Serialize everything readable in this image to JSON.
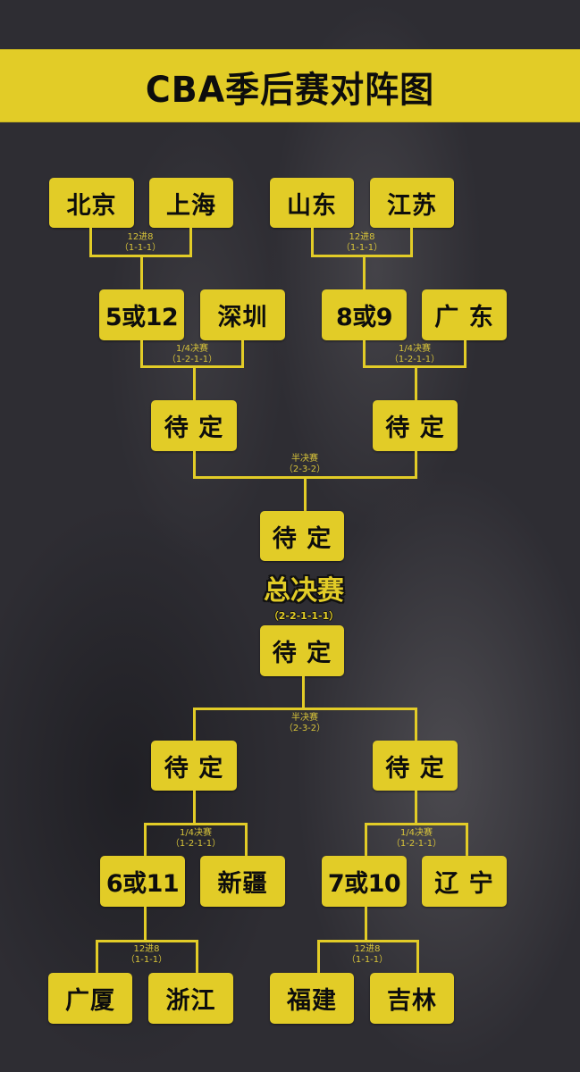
{
  "title": "CBA季后赛对阵图",
  "colors": {
    "accent": "#e2cc27",
    "background": "#2e2d33",
    "text_dark": "#0d0d0d"
  },
  "top_half": {
    "round12": [
      {
        "teams": [
          "北京",
          "上海"
        ],
        "label": "12进8",
        "format": "（1-1-1）"
      },
      {
        "teams": [
          "山东",
          "江苏"
        ],
        "label": "12进8",
        "format": "（1-1-1）"
      }
    ],
    "quarter": [
      {
        "teams": [
          "5或12",
          "深圳"
        ],
        "label": "1/4决赛",
        "format": "（1-2-1-1）"
      },
      {
        "teams": [
          "8或9",
          "广 东"
        ],
        "label": "1/4决赛",
        "format": "（1-2-1-1）"
      }
    ],
    "semi": {
      "teams": [
        "待 定",
        "待 定"
      ],
      "label": "半决赛",
      "format": "（2-3-2）"
    },
    "finalist": "待 定"
  },
  "final": {
    "label": "总决赛",
    "format": "（2-2-1-1-1）"
  },
  "bottom_half": {
    "finalist": "待 定",
    "semi": {
      "teams": [
        "待 定",
        "待 定"
      ],
      "label": "半决赛",
      "format": "（2-3-2）"
    },
    "quarter": [
      {
        "teams": [
          "6或11",
          "新疆"
        ],
        "label": "1/4决赛",
        "format": "（1-2-1-1）"
      },
      {
        "teams": [
          "7或10",
          "辽 宁"
        ],
        "label": "1/4决赛",
        "format": "（1-2-1-1）"
      }
    ],
    "round12": [
      {
        "teams": [
          "广厦",
          "浙江"
        ],
        "label": "12进8",
        "format": "（1-1-1）"
      },
      {
        "teams": [
          "福建",
          "吉林"
        ],
        "label": "12进8",
        "format": "（1-1-1）"
      }
    ]
  }
}
